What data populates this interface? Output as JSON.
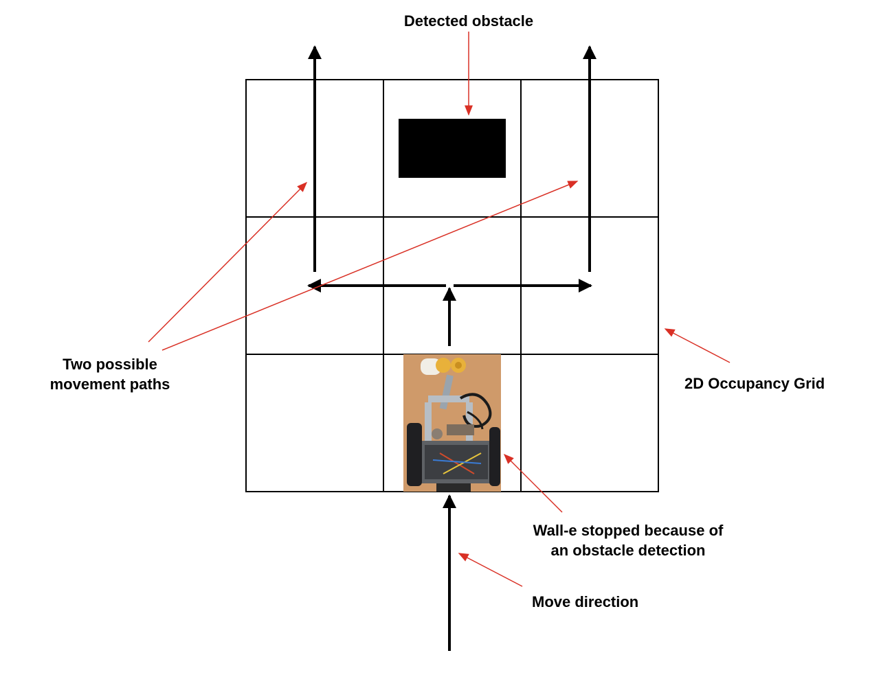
{
  "labels": {
    "detected_obstacle": "Detected obstacle",
    "movement_paths_line1": "Two possible",
    "movement_paths_line2": "movement paths",
    "occupancy_grid": "2D Occupancy Grid",
    "robot_stopped_line1": "Wall-e stopped because of",
    "robot_stopped_line2": "an obstacle detection",
    "move_direction": "Move direction"
  },
  "grid": {
    "rows": 3,
    "cols": 3
  },
  "colors": {
    "grid_line": "#000000",
    "obstacle": "#000000",
    "path_arrow": "#000000",
    "annotation_arrow": "#d93025",
    "text": "#000000",
    "floor": "#cf9a6a"
  },
  "icons": {
    "robot": "wall-e-robot-photo"
  }
}
